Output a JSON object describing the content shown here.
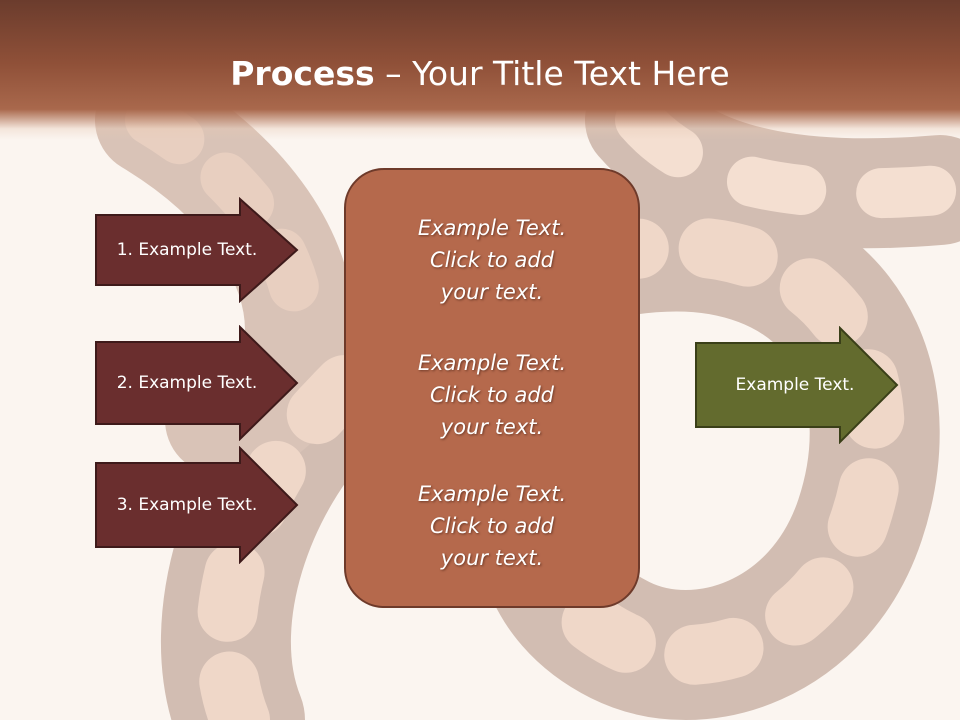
{
  "title": {
    "bold": "Process",
    "rest": " – Your Title Text Here"
  },
  "steps": [
    {
      "label": "1. Example Text."
    },
    {
      "label": "2. Example Text."
    },
    {
      "label": "3. Example Text."
    }
  ],
  "center_panel": {
    "paragraphs": [
      {
        "line1": "Example Text.",
        "line2": "Click  to add",
        "line3": "your text."
      },
      {
        "line1": "Example Text.",
        "line2": "Click  to add",
        "line3": "your text."
      },
      {
        "line1": "Example Text.",
        "line2": "Click  to add",
        "line3": "your text."
      }
    ]
  },
  "output": {
    "label": "Example Text."
  },
  "colors": {
    "title_band": "#8f5038",
    "step_arrow": "#6a2e2e",
    "panel": "#b5694c",
    "output_arrow": "#636b2e"
  }
}
